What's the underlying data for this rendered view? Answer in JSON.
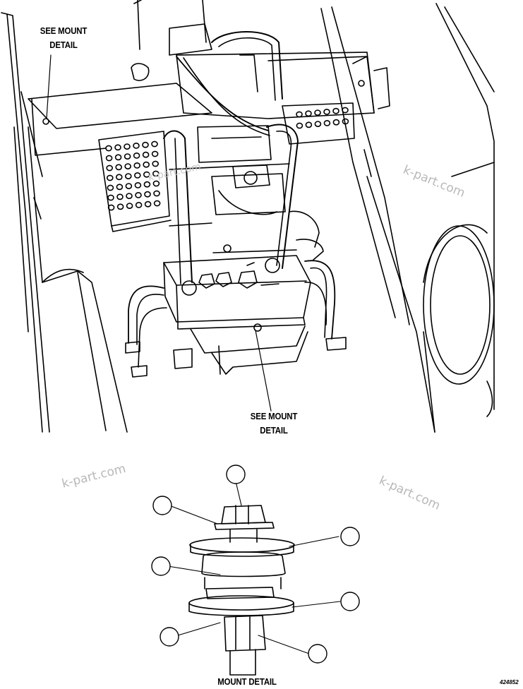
{
  "labels": {
    "see_mount_top_line1": "SEE MOUNT",
    "see_mount_top_line2": "DETAIL",
    "see_mount_mid_line1": "SEE MOUNT",
    "see_mount_mid_line2": "DETAIL",
    "mount_detail_title": "MOUNT DETAIL",
    "part_number": "424852"
  },
  "watermarks": [
    "k-part.com",
    "k-part.com",
    "k-part.com",
    "k-part.com"
  ],
  "callouts": {
    "count": 7
  }
}
